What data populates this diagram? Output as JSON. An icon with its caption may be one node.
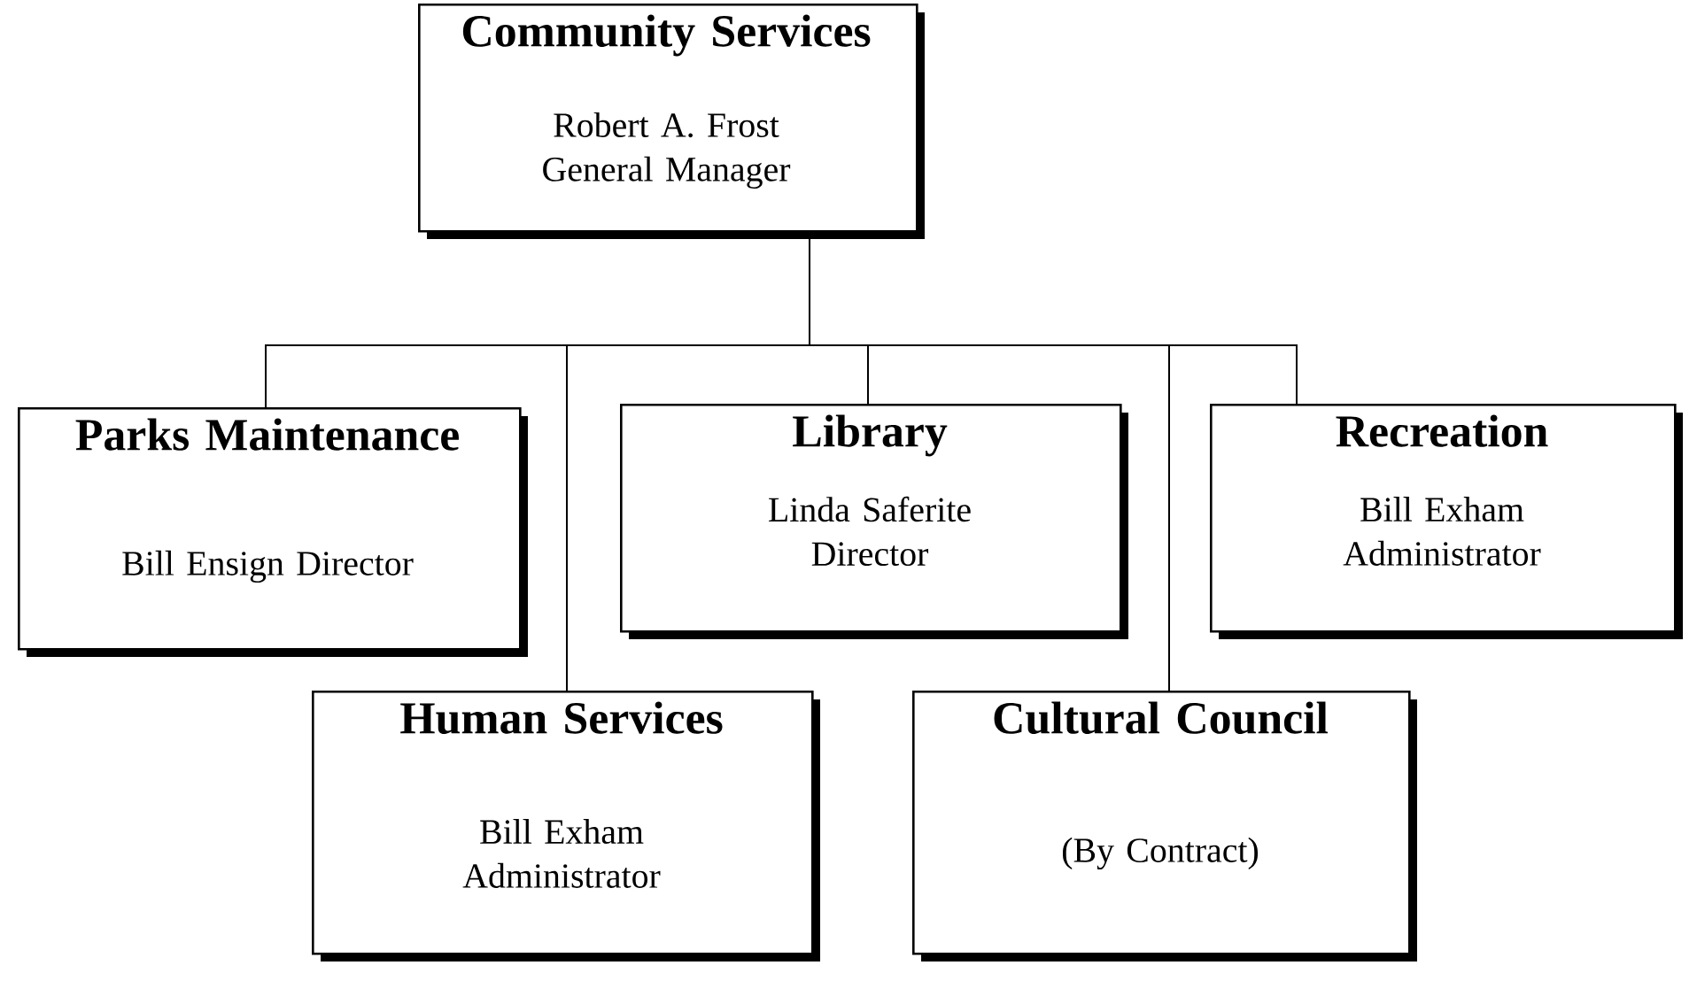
{
  "diagram": {
    "nodes": [
      {
        "text": [
          "Community Services",
          "Robert A. Frost General Manager"
        ]
      },
      {
        "text": [
          "Parks Maintenance",
          "Bill Ensign Director"
        ]
      },
      {
        "text": [
          "Library",
          "Linda Saferite Director"
        ]
      },
      {
        "text": [
          "Recreation",
          "Bill Exham Administrator"
        ]
      },
      {
        "text": [
          "Human Services",
          "Bill Exham Administrator"
        ]
      },
      {
        "text": [
          "Cultural Council",
          "(By Contract)"
        ]
      }
    ],
    "edges": [
      {
        "from": 0,
        "to": 1,
        "arrow": "none"
      },
      {
        "from": 0,
        "to": 2,
        "arrow": "none"
      },
      {
        "from": 0,
        "to": 3,
        "arrow": "none"
      },
      {
        "from": 0,
        "to": 4,
        "arrow": "none"
      },
      {
        "from": 0,
        "to": 5,
        "arrow": "none"
      }
    ]
  }
}
